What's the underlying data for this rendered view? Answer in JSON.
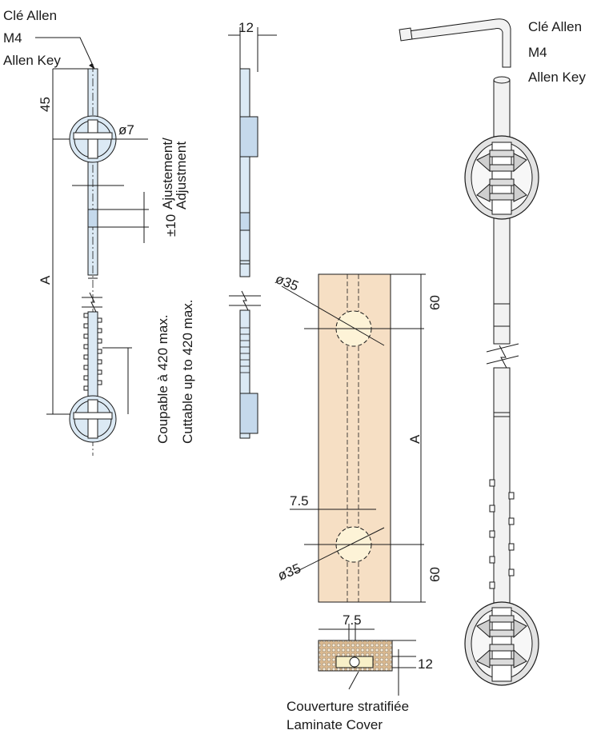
{
  "labels": {
    "allen_key_fr": "Clé Allen",
    "allen_key_size": "M4",
    "allen_key_en": "Allen Key",
    "adjust_value": "±10",
    "adjust_fr": "Ajustement/",
    "adjust_en": "Adjustment",
    "cut_fr": "Coupable à 420 max.",
    "cut_en": "Cuttable up to 420 max.",
    "cover_fr": "Couverture stratifiée",
    "cover_en": "Laminate Cover"
  },
  "dimensions": {
    "d45": "45",
    "dia7": "ø7",
    "dimA_left": "A",
    "d12_top": "12",
    "dia35_top": "ø35",
    "d60_top": "60",
    "dimA_board": "A",
    "d7_5_board": "7.5",
    "dia35_bottom": "ø35",
    "d60_bottom": "60",
    "d7_5_section": "7.5",
    "d12_section": "12"
  }
}
